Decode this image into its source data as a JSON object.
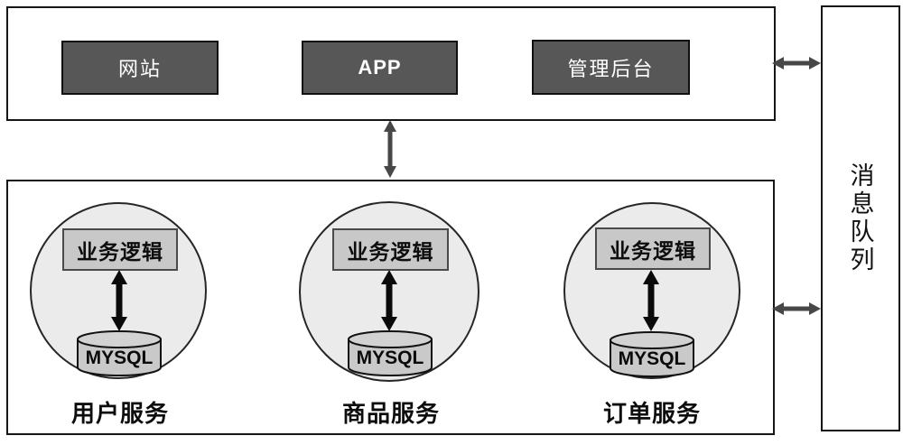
{
  "diagram": {
    "clients": [
      {
        "label": "网站"
      },
      {
        "label": "APP"
      },
      {
        "label": "管理后台"
      }
    ],
    "message_queue": {
      "label": "消息队列"
    },
    "services": [
      {
        "label": "用户服务",
        "logic_label": "业务逻辑",
        "database_label": "MYSQL"
      },
      {
        "label": "商品服务",
        "logic_label": "业务逻辑",
        "database_label": "MYSQL"
      },
      {
        "label": "订单服务",
        "logic_label": "业务逻辑",
        "database_label": "MYSQL"
      }
    ],
    "colors": {
      "client_box_fill": "#575757",
      "client_box_text": "#ffffff",
      "circle_fill": "#ebebeb",
      "inner_box_fill": "#c8c8c8",
      "cylinder_fill": "#c9c9c9",
      "connector_arrow": "#474747",
      "inner_arrow": "#0a0a0a",
      "border": "#161616"
    }
  }
}
